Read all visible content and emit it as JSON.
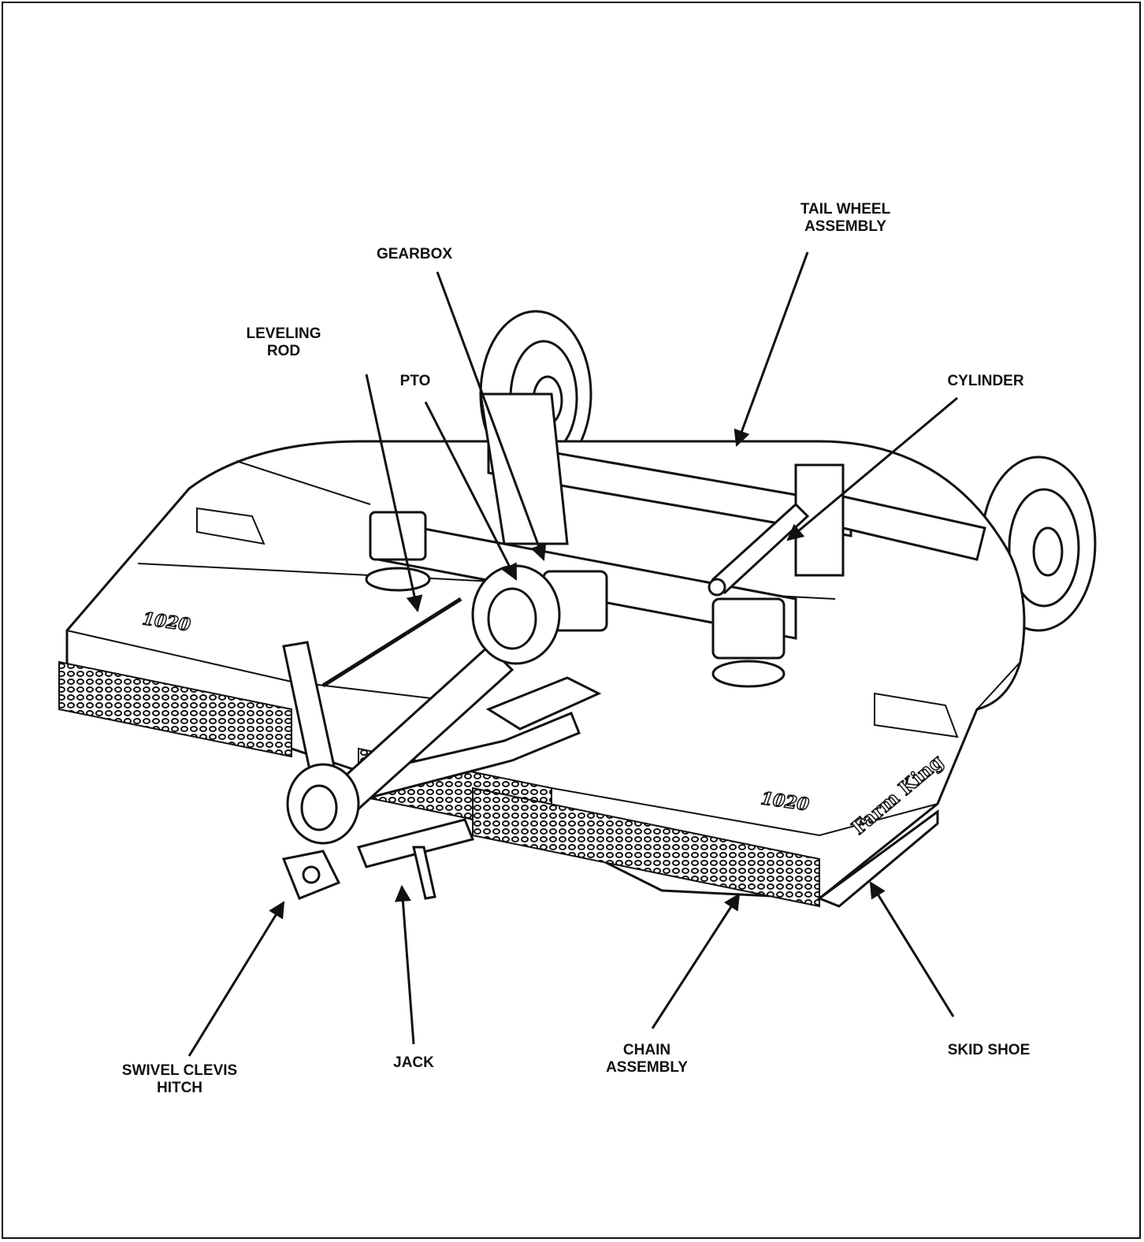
{
  "labels": {
    "tail_wheel_assembly": "TAIL WHEEL\nASSEMBLY",
    "gearbox": "GEARBOX",
    "leveling_rod": "LEVELING\nROD",
    "pto": "PTO",
    "cylinder": "CYLINDER",
    "swivel_clevis_hitch": "SWIVEL CLEVIS\nHITCH",
    "jack": "JACK",
    "chain_assembly": "CHAIN\nASSEMBLY",
    "skid_shoe": "SKID SHOE"
  },
  "deck_markings": {
    "model_left": "1020",
    "model_right": "1020",
    "brand": "Farm King"
  },
  "colors": {
    "ink": "#111111",
    "deck_fill": "#ffffff",
    "chain_fill": "#2a2a2a"
  }
}
